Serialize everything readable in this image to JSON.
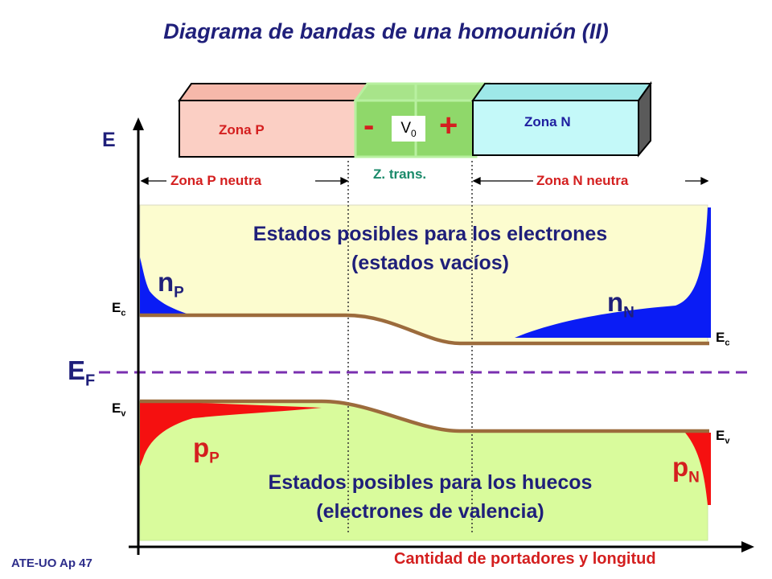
{
  "title": "Diagrama de bandas de una homounión (II)",
  "blocks": {
    "zona_p": "Zona P",
    "zona_n": "Zona N",
    "minus": "-",
    "plus": "+",
    "v0_main": "V",
    "v0_sub": "0"
  },
  "regions": {
    "p_neutral": "Zona P neutra",
    "transition": "Z. trans.",
    "n_neutral": "Zona N neutra"
  },
  "axis": {
    "y_label": "E",
    "x_label": "Cantidad de portadores y longitud"
  },
  "levels": {
    "ec_left_main": "E",
    "ec_left_sub": "c",
    "ec_right_main": "E",
    "ec_right_sub": "c",
    "ev_left_main": "E",
    "ev_left_sub": "v",
    "ev_right_main": "E",
    "ev_right_sub": "v",
    "ef_main": "E",
    "ef_sub": "F"
  },
  "bands": {
    "conduction_line1": "Estados posibles para los electrones",
    "conduction_line2": "(estados vacíos)",
    "valence_line1": "Estados posibles para los huecos",
    "valence_line2": "(electrones de valencia)"
  },
  "carriers": {
    "np_main": "n",
    "np_sub": "P",
    "nn_main": "n",
    "nn_sub": "N",
    "pp_main": "p",
    "pp_sub": "P",
    "pn_main": "p",
    "pn_sub": "N"
  },
  "footer": "ATE-UO Ap 47",
  "colors": {
    "conduction_fill": "#fcfccf",
    "valence_fill": "#d9fb9c",
    "band_edge": "#9c6b3c",
    "electron_fill": "#0a1cf5",
    "hole_fill": "#f51010",
    "fermi_line": "#7a2fb0",
    "zona_p_fill": "#fbcfc4",
    "zona_n_fill": "#c4f9f9",
    "junction_fill": "#8fd86a"
  }
}
